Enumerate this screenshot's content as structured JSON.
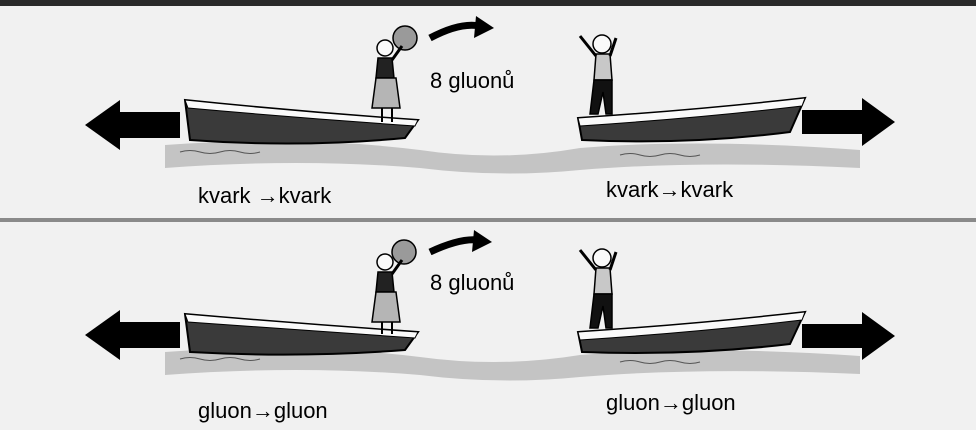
{
  "panels": [
    {
      "id": "top",
      "exchange_label": "8 gluonů",
      "left_label": "kvark →kvark",
      "right_label": "kvark→kvark"
    },
    {
      "id": "bottom",
      "exchange_label": "8 gluonů",
      "left_label": "gluon→gluon",
      "right_label": "gluon→gluon"
    }
  ],
  "colors": {
    "background": "#f1f1f1",
    "water": "#c4c4c4",
    "boat_hull": "#3a3a3a",
    "arrow": "#000000"
  }
}
